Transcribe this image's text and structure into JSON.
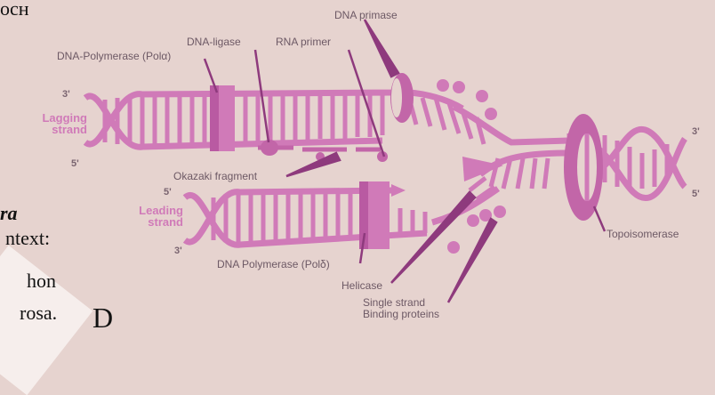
{
  "page_fragments": {
    "top_word": "ocн",
    "bold_italic": "ra",
    "line1": "ntext:",
    "line2": "hon",
    "line3": "rosa.",
    "big_letter": "D"
  },
  "labels": {
    "dna_primase": "DNA primase",
    "dna_ligase": "DNA-ligase",
    "rna_primer": "RNA primer",
    "dna_pol_alpha": "DNA-Polymerase (Polα)",
    "okazaki": "Okazaki fragment",
    "dna_pol_delta": "DNA Polymerase (Polδ)",
    "helicase": "Helicase",
    "single_strand_1": "Single strand",
    "single_strand_2": "Binding proteins",
    "topoisomerase": "Topoisomerase",
    "lagging_1": "Lagging",
    "lagging_2": "strand",
    "leading_1": "Leading",
    "leading_2": "strand",
    "p3_top_left": "3'",
    "p5_lagging_bottom": "5'",
    "p5_leading_top": "5'",
    "p3_leading_bottom": "3'",
    "p3_right": "3'",
    "p5_right": "5'"
  },
  "colors": {
    "pink": "#d07ab8",
    "dark_pink": "#a7438f",
    "leader": "#8e3a7d"
  }
}
